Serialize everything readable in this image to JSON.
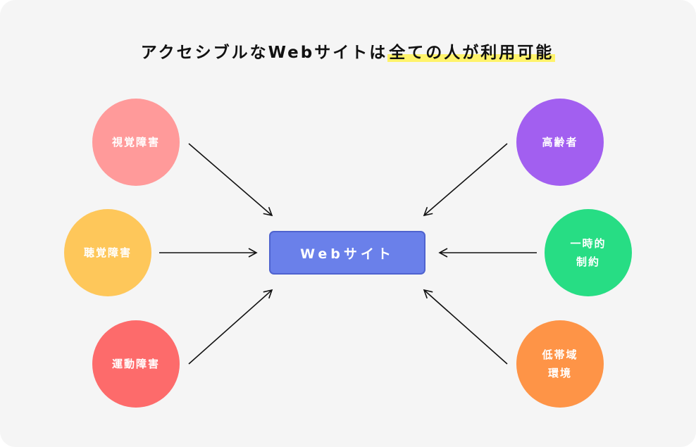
{
  "title": {
    "text_before": "アクセシブルなWebサイトは",
    "text_highlight": "全ての人が利用可能"
  },
  "center": {
    "label": "Webサイト",
    "color": "#6a80ea"
  },
  "left_nodes": [
    {
      "lines": [
        "視覚障害"
      ],
      "color": "#ff9a9a"
    },
    {
      "lines": [
        "聴覚障害"
      ],
      "color": "#fec75a"
    },
    {
      "lines": [
        "運動障害"
      ],
      "color": "#fd6b6b"
    }
  ],
  "right_nodes": [
    {
      "lines": [
        "高齢者"
      ],
      "color": "#a25ff0"
    },
    {
      "lines": [
        "一時的",
        "制約"
      ],
      "color": "#27dd84"
    },
    {
      "lines": [
        "低帯域",
        "環境"
      ],
      "color": "#fe9447"
    }
  ],
  "highlight_color": "#fff36b"
}
